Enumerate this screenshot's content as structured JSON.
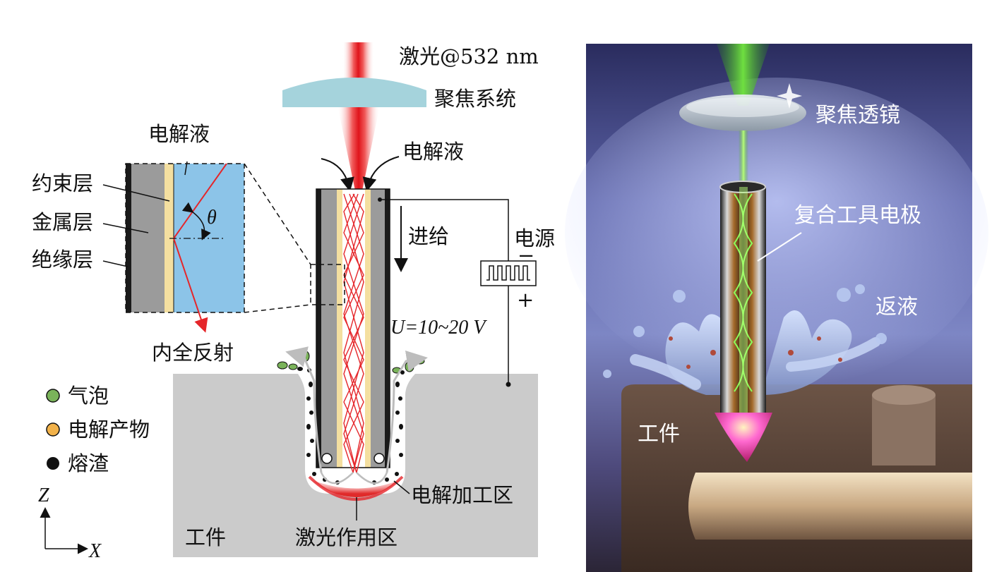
{
  "left_panel": {
    "laser_label": "激光@532 nm",
    "focus_label": "聚焦系统",
    "electrolyte_top_label": "电解液",
    "electrolyte_inset_label": "电解液",
    "constraint_layer_label": "约束层",
    "metal_layer_label": "金属层",
    "insulation_layer_label": "绝缘层",
    "theta_symbol": "θ",
    "tir_label": "内全反射",
    "feed_label": "进给",
    "power_label": "电源",
    "minus_sign": "−",
    "plus_sign": "+",
    "voltage_label": "U=10~20 V",
    "workpiece_label": "工件",
    "laser_zone_label": "激光作用区",
    "ecm_zone_label": "电解加工区",
    "legend": [
      {
        "label": "气泡",
        "color": "#7ab35a"
      },
      {
        "label": "电解产物",
        "color": "#f2b24a"
      },
      {
        "label": "熔渣",
        "color": "#111111"
      }
    ],
    "axis_z": "Z",
    "axis_x": "X"
  },
  "right_panel": {
    "lens_label": "聚焦透镜",
    "electrode_label": "复合工具电极",
    "backflow_label": "返液",
    "workpiece_label": "工件"
  },
  "colors": {
    "laser_red": "#e5262a",
    "laser_green": "#5fd130",
    "electrolyte_blue": "#8cc4e8",
    "lens_blue": "#a5d3dc",
    "metal_gray": "#9b9b9b",
    "constraint_yellow": "#f4dfa0",
    "workpiece_gray": "#cbcbcb"
  }
}
